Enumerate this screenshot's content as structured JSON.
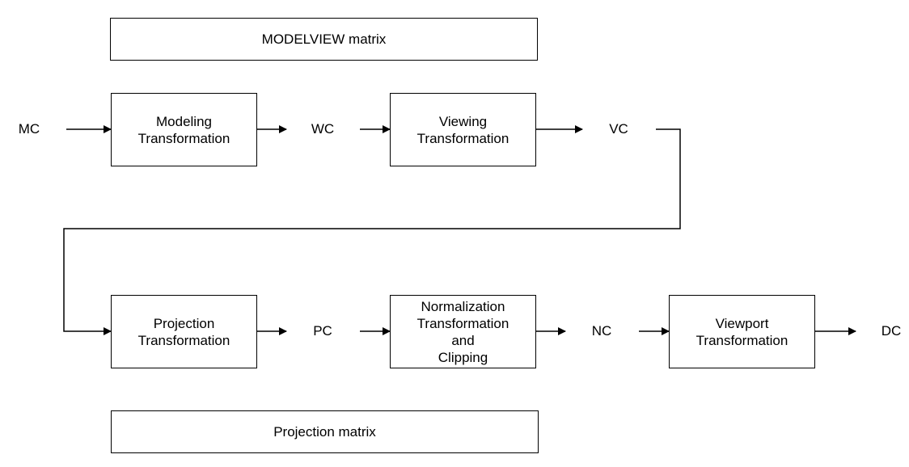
{
  "matrices": {
    "modelview": "MODELVIEW matrix",
    "projection": "Projection matrix"
  },
  "nodes": {
    "mc": "MC",
    "wc": "WC",
    "vc": "VC",
    "pc": "PC",
    "nc": "NC",
    "dc": "DC"
  },
  "boxes": {
    "modeling": [
      "Modeling",
      "Transformation"
    ],
    "viewing": [
      "Viewing",
      "Transformation"
    ],
    "projection": [
      "Projection",
      "Transformation"
    ],
    "normalization": [
      "Normalization",
      "Transformation",
      "and",
      "Clipping"
    ],
    "viewport": [
      "Viewport",
      "Transformation"
    ]
  }
}
